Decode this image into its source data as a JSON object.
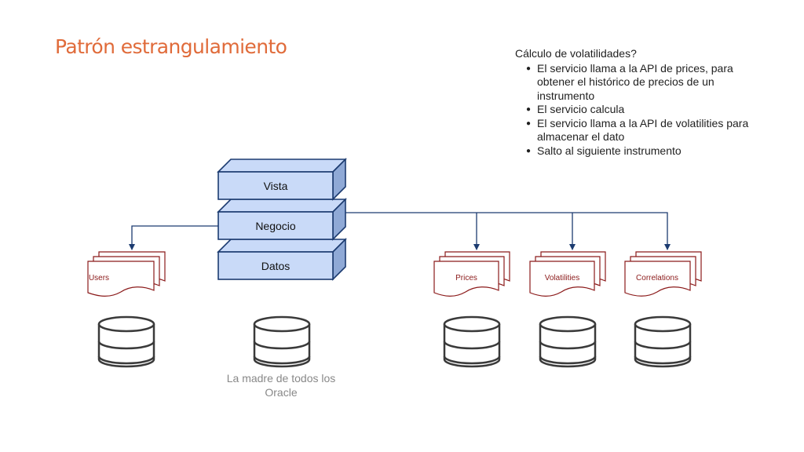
{
  "slide": {
    "title": "Patrón estrangulamiento"
  },
  "notes": {
    "heading": "Cálculo de volatilidades?",
    "bullets": [
      "El servicio llama a la API de prices, para obtener el histórico de precios de un instrumento",
      "El servicio calcula",
      "El servicio llama a la API de volatilities para almacenar el dato",
      "Salto al siguiente instrumento"
    ]
  },
  "monolith": {
    "layers": [
      "Vista",
      "Negocio",
      "Datos"
    ]
  },
  "services": [
    "Users",
    "Prices",
    "Volatilities",
    "Correlations"
  ],
  "database": {
    "oracle_label": "La madre de todos los Oracle"
  },
  "colors": {
    "title": "#e06b3a",
    "layer_fill": "#c9daf8",
    "layer_side": "#8fa9d6",
    "layer_stroke": "#1c3b70",
    "service_stroke": "#8b1a1a",
    "connector": "#1c3b70",
    "db_stroke": "#3a3a3a"
  }
}
